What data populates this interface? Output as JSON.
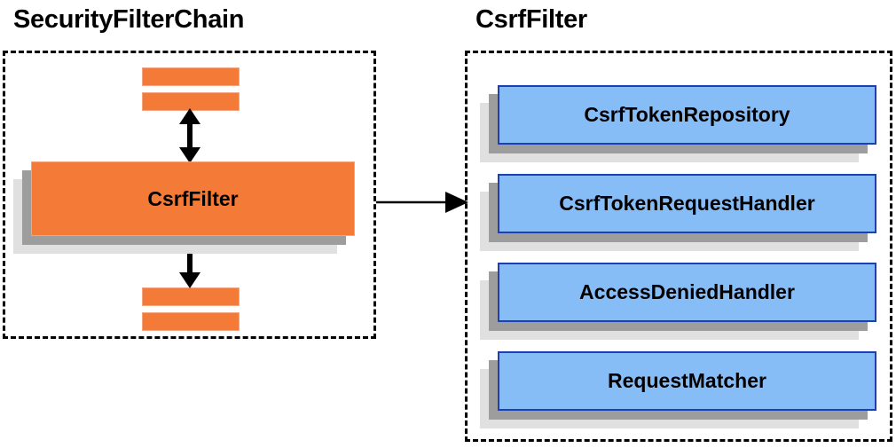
{
  "diagram": {
    "title_left": "SecurityFilterChain",
    "title_right": "CsrfFilter",
    "colors": {
      "orange_fill": "#f47b37",
      "orange_border": "#f6a27a",
      "blue_fill": "#87bdf7",
      "blue_border": "#1d3faf",
      "shadow_mid": "#9d9d9d",
      "shadow_back": "#e0e0e0",
      "panel_border": "#000000",
      "text": "#000000"
    },
    "left_panel": {
      "main_box_label": "CsrfFilter",
      "filter_bars_top": [
        "",
        ""
      ],
      "filter_bars_bottom": [
        "",
        ""
      ]
    },
    "right_panel": {
      "collaborators": [
        {
          "label": "CsrfTokenRepository"
        },
        {
          "label": "CsrfTokenRequestHandler"
        },
        {
          "label": "AccessDeniedHandler"
        },
        {
          "label": "RequestMatcher"
        }
      ]
    },
    "connectors": [
      {
        "name": "csrffilter-to-upstream-filters",
        "style": "double-headed-vertical"
      },
      {
        "name": "csrffilter-to-downstream-filters",
        "style": "double-headed-vertical"
      },
      {
        "name": "securityfilterchain-to-csrffilter-detail",
        "style": "single-headed-horizontal"
      }
    ]
  }
}
